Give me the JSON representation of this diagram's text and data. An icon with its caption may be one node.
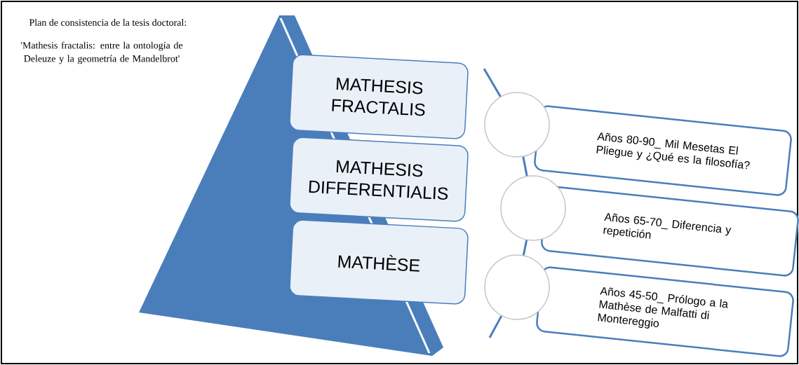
{
  "diagram": {
    "title": "Plan de consistencia de la tesis doctoral:",
    "nodes": [
      {
        "text": [
          "MATHESIS FRACTALIS"
        ]
      },
      {
        "text": [
          "MATHESIS DIFFERENTIALIS"
        ]
      },
      {
        "text": [
          "MATHÈSE"
        ]
      },
      {
        "text": [],
        "shape": "circle"
      },
      {
        "text": [],
        "shape": "circle"
      },
      {
        "text": [],
        "shape": "circle"
      },
      {
        "text": [
          "Años 80-90_ Mil Mesetas   El Pliegue y ¿Qué es la filosofía?"
        ]
      },
      {
        "text": [
          "Años 65-70_ Diferencia y repetición"
        ]
      },
      {
        "text": [
          "Años 45-50_ Prólogo a la Mathèse de Malfatti di Montereggio"
        ]
      }
    ],
    "edges": [
      {
        "from": null,
        "to": 3,
        "arrow": "none"
      },
      {
        "from": 3,
        "to": 4,
        "arrow": "none"
      },
      {
        "from": 4,
        "to": 5,
        "arrow": "none"
      },
      {
        "from": 5,
        "to": null,
        "arrow": "none"
      }
    ],
    "labels": [
      "'Mathesis fractalis: entre la ontología de Deleuze y la geometría de Mandelbrot'"
    ]
  }
}
